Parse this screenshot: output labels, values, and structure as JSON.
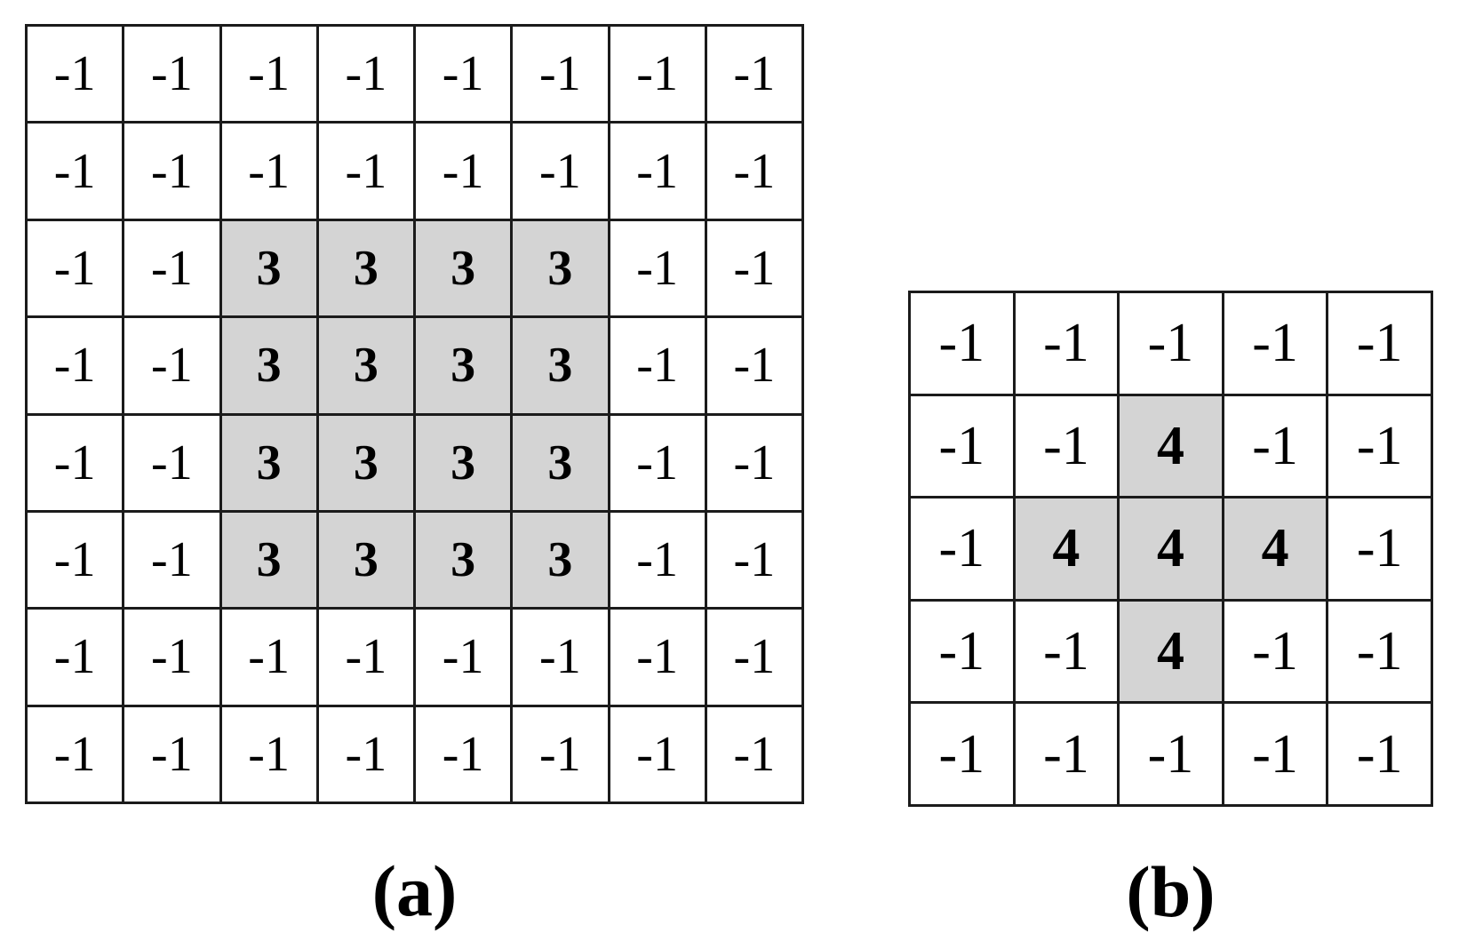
{
  "figure": {
    "background_color": "#ffffff",
    "grid_line_color": "#1b1b1b",
    "text_color": "#000000",
    "shade_color": "#d4d4d4",
    "panels": [
      {
        "id": "a",
        "caption": "(a)",
        "rows": 8,
        "cols": 8,
        "shaded_value": 3,
        "cells": [
          [
            -1,
            -1,
            -1,
            -1,
            -1,
            -1,
            -1,
            -1
          ],
          [
            -1,
            -1,
            -1,
            -1,
            -1,
            -1,
            -1,
            -1
          ],
          [
            -1,
            -1,
            3,
            3,
            3,
            3,
            -1,
            -1
          ],
          [
            -1,
            -1,
            3,
            3,
            3,
            3,
            -1,
            -1
          ],
          [
            -1,
            -1,
            3,
            3,
            3,
            3,
            -1,
            -1
          ],
          [
            -1,
            -1,
            3,
            3,
            3,
            3,
            -1,
            -1
          ],
          [
            -1,
            -1,
            -1,
            -1,
            -1,
            -1,
            -1,
            -1
          ],
          [
            -1,
            -1,
            -1,
            -1,
            -1,
            -1,
            -1,
            -1
          ]
        ]
      },
      {
        "id": "b",
        "caption": "(b)",
        "rows": 5,
        "cols": 5,
        "shaded_value": 4,
        "cells": [
          [
            -1,
            -1,
            -1,
            -1,
            -1
          ],
          [
            -1,
            -1,
            4,
            -1,
            -1
          ],
          [
            -1,
            4,
            4,
            4,
            -1
          ],
          [
            -1,
            -1,
            4,
            -1,
            -1
          ],
          [
            -1,
            -1,
            -1,
            -1,
            -1
          ]
        ]
      }
    ]
  }
}
